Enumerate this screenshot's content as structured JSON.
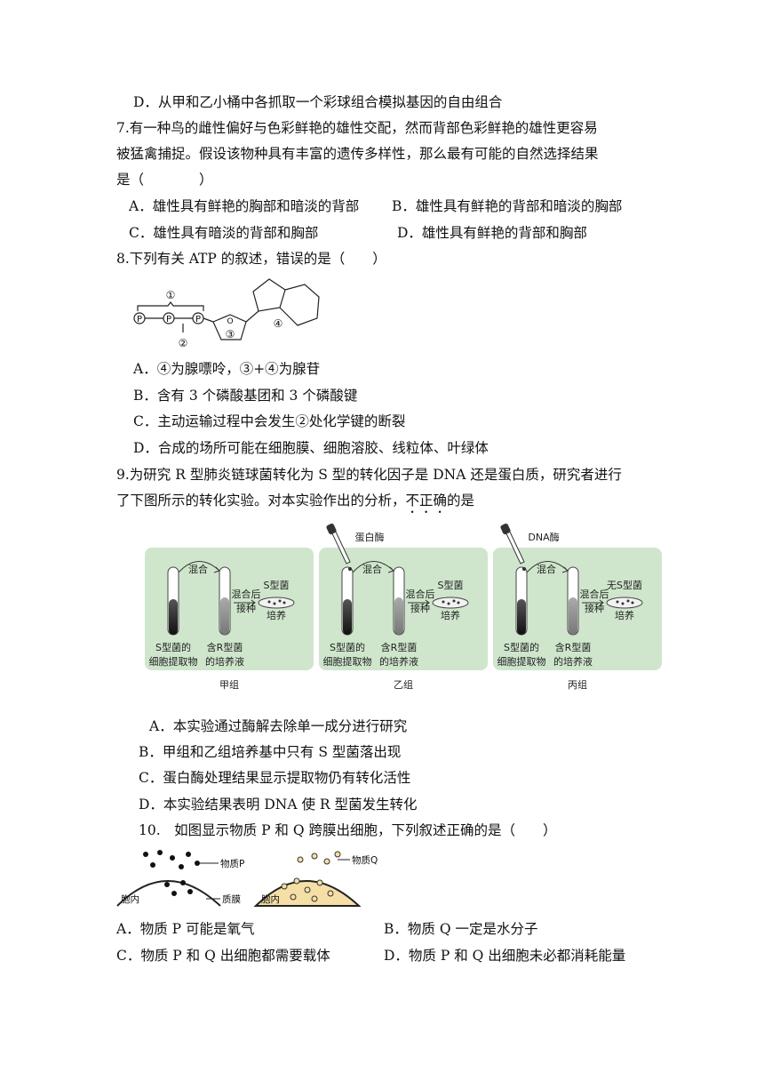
{
  "q6": {
    "optD": "D．从甲和乙小桶中各抓取一个彩球组合模拟基因的自由组合"
  },
  "q7": {
    "stem_l1": "7.有一种鸟的雌性偏好与色彩鲜艳的雄性交配，然而背部色彩鲜艳的雄性更容易",
    "stem_l2": "被猛禽捕捉。假设该物种具有丰富的遗传多样性，那么最有可能的自然选择结果",
    "stem_l3": "是（　　　　）",
    "optA": "A．雄性具有鲜艳的胸部和暗淡的背部",
    "optB": "B．雄性具有鲜艳的背部和暗淡的胸部",
    "optC": "C．雄性具有暗淡的背部和胸部",
    "optD": "D．雄性具有鲜艳的背部和胸部"
  },
  "q8": {
    "stem": "8.下列有关 ATP 的叙述，错误的是（　　）",
    "fig": {
      "n1": "①",
      "n2": "②",
      "n3": "③",
      "n4": "④",
      "p": "P",
      "o": "O"
    },
    "optA": "A．④为腺嘌呤，③+④为腺苷",
    "optB": "B．含有 3 个磷酸基团和 3 个磷酸键",
    "optC": "C．主动运输过程中会发生②处化学键的断裂",
    "optD": "D．合成的场所可能在细胞膜、细胞溶胶、线粒体、叶绿体"
  },
  "q9": {
    "stem_l1": "9.为研究 R 型肺炎链球菌转化为 S 型的转化因子是 DNA 还是蛋白质，研究者进行",
    "stem_l2_a": "了下图所示的转化实验。对本实验作出的分析，",
    "stem_l2_b": "不正确",
    "stem_l2_c": "的是",
    "fig": {
      "mix": "混合",
      "after_mix_1": "混合后",
      "after_mix_2": "接种",
      "culture": "培养",
      "s_extract_1": "S型菌的",
      "s_extract_2a": "细胞提取物",
      "s_extract_2b": "细胞提取物",
      "r_medium_1": "含R型菌",
      "r_medium_2": "的培养液",
      "group1_result": "S型菌",
      "group2_result": "S型菌",
      "group3_result": "无S型菌",
      "enzyme2": "蛋白酶",
      "enzyme3": "DNA酶",
      "group1": "甲组",
      "group2": "乙组",
      "group3": "丙组"
    },
    "optA": "A．本实验通过酶解去除单一成分进行研究",
    "optB": "B．甲组和乙组培养基中只有 S 型菌落出现",
    "optC": "C．蛋白酶处理结果显示提取物仍有转化活性",
    "optD": "D．本实验结果表明 DNA 使 R 型菌发生转化"
  },
  "q10": {
    "stem": "10.　如图显示物质 P 和 Q 跨膜出细胞，下列叙述正确的是（　　）",
    "fig": {
      "p_label": "物质P",
      "q_label": "物质Q",
      "membrane": "质膜",
      "inside1": "胞内",
      "inside2": "胞内"
    },
    "optA": "A．物质 P 可能是氧气",
    "optB": "B．物质 Q 一定是水分子",
    "optC": "C．物质 P 和 Q 出细胞都需要载体",
    "optD": "D．物质 P 和 Q 出细胞未必都消耗能量"
  },
  "colors": {
    "panel": "#cfe6cc",
    "dish": "#f2f2f2",
    "cell": "#f6dfa6"
  }
}
